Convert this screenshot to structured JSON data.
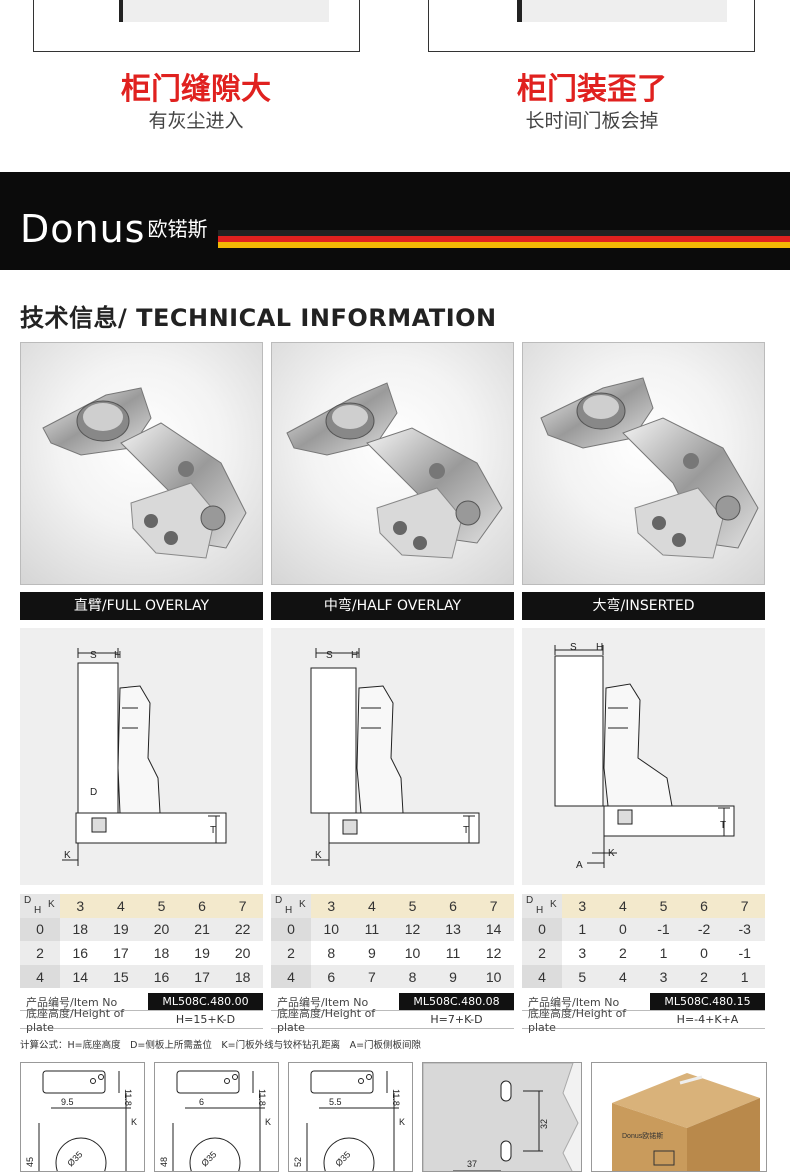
{
  "issues": [
    {
      "title": "柜门缝隙大",
      "subtitle": "有灰尘进入"
    },
    {
      "title": "柜门装歪了",
      "subtitle": "长时间门板会掉"
    }
  ],
  "brand": {
    "latin": "Donus",
    "chinese": "欧锘斯"
  },
  "colors": {
    "black": "#0b0b0b",
    "red": "#e0211f",
    "gold": "#f2b705",
    "table_header": "#f3e9cc"
  },
  "section_title": "技术信息/ TECHNICAL INFORMATION",
  "types": [
    {
      "label": "直臂/FULL OVERLAY",
      "diagram_labels": {
        "s": "S",
        "h": "H",
        "d": "D",
        "t": "T",
        "k": "K"
      },
      "table": {
        "corner_d": "D",
        "corner_h": "H",
        "corner_k": "K",
        "k_values": [
          "3",
          "4",
          "5",
          "6",
          "7"
        ],
        "rows": [
          {
            "h": "0",
            "values": [
              "18",
              "19",
              "20",
              "21",
              "22"
            ]
          },
          {
            "h": "2",
            "values": [
              "16",
              "17",
              "18",
              "19",
              "20"
            ]
          },
          {
            "h": "4",
            "values": [
              "14",
              "15",
              "16",
              "17",
              "18"
            ]
          }
        ]
      },
      "item_no_label": "产品编号/Item No",
      "item_no": "ML508C.480.00",
      "plate_label": "底座高度/Height of plate",
      "plate_formula": "H=15+K-D"
    },
    {
      "label": "中弯/HALF OVERLAY",
      "diagram_labels": {
        "s": "S",
        "h": "H",
        "t": "T",
        "k": "K"
      },
      "table": {
        "corner_d": "D",
        "corner_h": "H",
        "corner_k": "K",
        "k_values": [
          "3",
          "4",
          "5",
          "6",
          "7"
        ],
        "rows": [
          {
            "h": "0",
            "values": [
              "10",
              "11",
              "12",
              "13",
              "14"
            ]
          },
          {
            "h": "2",
            "values": [
              "8",
              "9",
              "10",
              "11",
              "12"
            ]
          },
          {
            "h": "4",
            "values": [
              "6",
              "7",
              "8",
              "9",
              "10"
            ]
          }
        ]
      },
      "item_no_label": "产品编号/Item No",
      "item_no": "ML508C.480.08",
      "plate_label": "底座高度/Height of plate",
      "plate_formula": "H=7+K-D"
    },
    {
      "label": "大弯/INSERTED",
      "diagram_labels": {
        "s": "S",
        "h": "H",
        "t": "T",
        "k": "K",
        "a": "A"
      },
      "table": {
        "corner_d": "D",
        "corner_h": "H",
        "corner_k": "K",
        "k_values": [
          "3",
          "4",
          "5",
          "6",
          "7"
        ],
        "rows": [
          {
            "h": "0",
            "values": [
              "1",
              "0",
              "-1",
              "-2",
              "-3"
            ]
          },
          {
            "h": "2",
            "values": [
              "3",
              "2",
              "1",
              "0",
              "-1"
            ]
          },
          {
            "h": "4",
            "values": [
              "5",
              "4",
              "3",
              "2",
              "1"
            ]
          }
        ]
      },
      "item_no_label": "产品编号/Item No",
      "item_no": "ML508C.480.15",
      "plate_label": "底座高度/Height of plate",
      "plate_formula": "H=-4+K+A"
    }
  ],
  "formula_note": "计算公式：H=底座高度　D=侧板上所需盖位　K=门板外线与铰杯钻孔距离　A=门板侧板间隙",
  "bottom_drawings": [
    {
      "dim1": "9.5",
      "dim2": "11.8",
      "dim3": "45",
      "dim4": "Ø35",
      "k": "K"
    },
    {
      "dim1": "6",
      "dim2": "11.8",
      "dim3": "48",
      "dim4": "Ø35",
      "k": "K"
    },
    {
      "dim1": "5.5",
      "dim2": "11.8",
      "dim3": "52",
      "dim4": "Ø35",
      "k": "K"
    }
  ],
  "plate_drawing": {
    "dim_v": "32",
    "dim_h": "37"
  },
  "box_brand": "Donus欧锘斯"
}
